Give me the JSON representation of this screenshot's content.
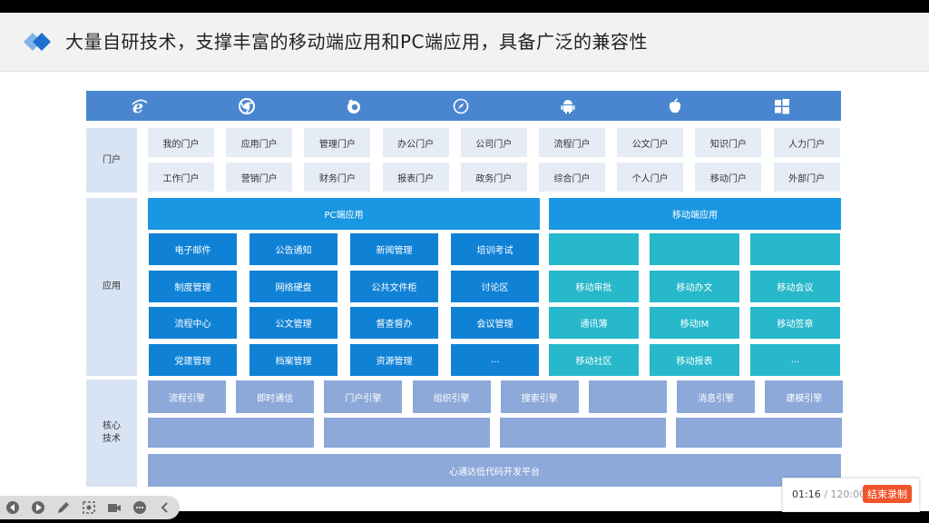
{
  "slide": {
    "title": "大量自研技术，支撑丰富的移动端应用和PC端应用，具备广泛的兼容性"
  },
  "browser_icons": [
    "ie-icon",
    "chrome-icon",
    "firefox-icon",
    "safari-icon",
    "android-icon",
    "apple-icon",
    "windows-icon"
  ],
  "sections": {
    "portal": "门户",
    "app": "应用",
    "core": "核心\n技术"
  },
  "portal_cells": [
    [
      "我的门户",
      "应用门户",
      "管理门户",
      "办公门户",
      "公司门户",
      "流程门户",
      "公文门户",
      "知识门户",
      "人力门户"
    ],
    [
      "工作门户",
      "营销门户",
      "财务门户",
      "报表门户",
      "政务门户",
      "综合门户",
      "个人门户",
      "移动门户",
      "外部门户"
    ]
  ],
  "pc_header": "PC端应用",
  "mobile_header": "移动端应用",
  "pc_apps": [
    [
      "电子邮件",
      "公告通知",
      "新闻管理",
      "培训考试"
    ],
    [
      "制度管理",
      "网络硬盘",
      "公共文件柜",
      "讨论区"
    ],
    [
      "流程中心",
      "公文管理",
      "督查督办",
      "会议管理"
    ],
    [
      "党建管理",
      "档案管理",
      "资源管理",
      "..."
    ]
  ],
  "mobile_apps": [
    [
      "",
      "",
      ""
    ],
    [
      "移动审批",
      "移动办文",
      "移动会议"
    ],
    [
      "通讯簿",
      "移动IM",
      "移动签章"
    ],
    [
      "移动社区",
      "移动报表",
      "..."
    ]
  ],
  "core_row1": [
    "流程引擎",
    "即时通信",
    "门户引擎",
    "组织引擎",
    "搜索引擎",
    "",
    "消息引擎",
    "建模引擎"
  ],
  "core_row2": [
    "",
    "",
    "",
    ""
  ],
  "platform": "心通达低代码开发平台",
  "recorder": {
    "elapsed": "01:16",
    "total": "/ 120:00",
    "stop_label": "结束录制"
  },
  "colors": {
    "browser_bar": "#4a86d0",
    "pc_header": "#1a97e2",
    "pc_app": "#1082d6",
    "mobile_app": "#27b8cb",
    "core": "#8da9d9",
    "stop_button": "#f0542a"
  }
}
